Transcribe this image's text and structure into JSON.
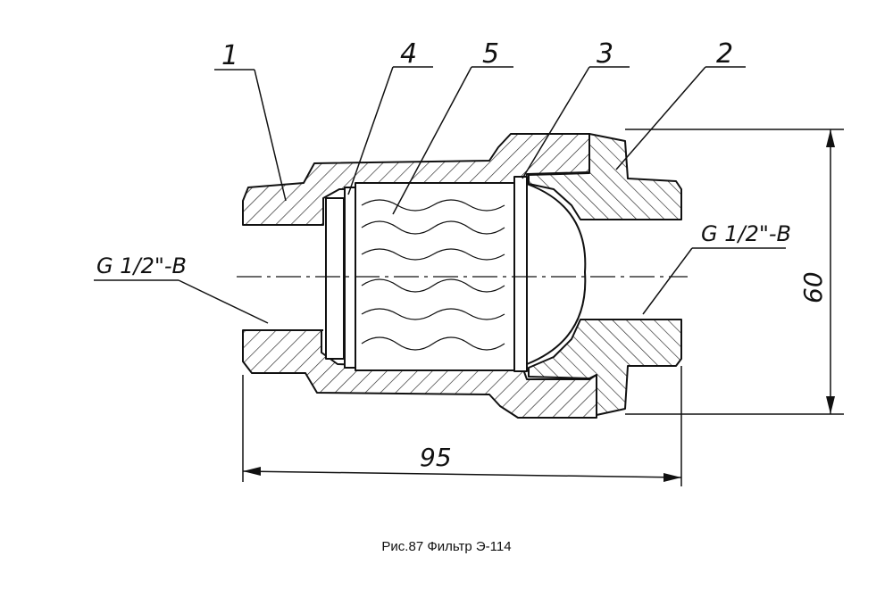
{
  "labels": {
    "part1": "1",
    "part2": "2",
    "part3": "3",
    "part4": "4",
    "part5": "5",
    "thread_left": "G 1/2\"-B",
    "thread_right": "G 1/2\"-B"
  },
  "dimensions": {
    "length": "95",
    "height": "60"
  },
  "caption": "Рис.87 Фильтр Э-114"
}
